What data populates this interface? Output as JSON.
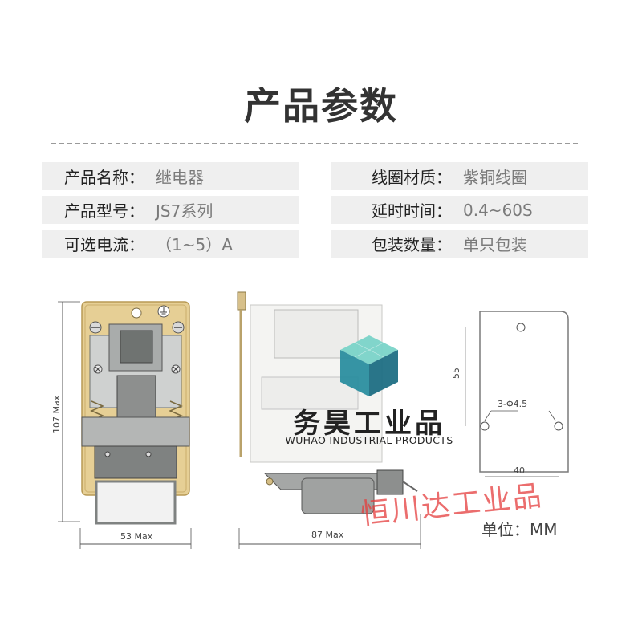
{
  "title": "产品参数",
  "specs": {
    "left": [
      {
        "label": "产品名称：",
        "value": "继电器"
      },
      {
        "label": "产品型号：",
        "value": "JS7系列"
      },
      {
        "label": "可选电流：",
        "value": "（1~5）A"
      }
    ],
    "right": [
      {
        "label": "线圈材质：",
        "value": "紫铜线圈"
      },
      {
        "label": "延时时间：",
        "value": "0.4~60S"
      },
      {
        "label": "包装数量：",
        "value": "单只包装"
      }
    ]
  },
  "diagram": {
    "front": {
      "height_label": "107 Max",
      "width_label": "53 Max"
    },
    "side": {
      "width_label": "87 Max"
    },
    "mount": {
      "hole_label": "3-Φ4.5",
      "height_label": "55",
      "width_label": "40"
    }
  },
  "watermark": {
    "name_cn": "务昊工业品",
    "name_en": "WUHAO INDUSTRIAL PRODUCTS",
    "overlay_cn": "恒川达工业品"
  },
  "unit_label": "单位：MM",
  "colors": {
    "brass": "#e2c98a",
    "body_gray": "#8a8d8c",
    "accent_red": "#e43c3c",
    "row_bg": "#efefef",
    "logo_teal": "#2aa3ad"
  }
}
